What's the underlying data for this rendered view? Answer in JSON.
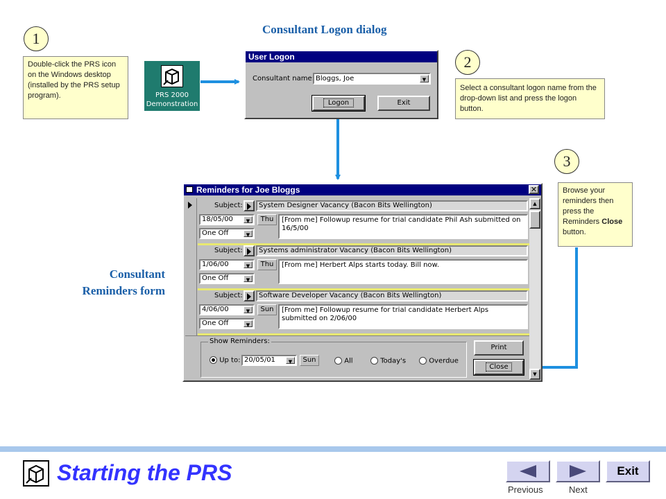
{
  "headings": {
    "logon_dialog": "Consultant Logon dialog",
    "reminders_form_line1": "Consultant",
    "reminders_form_line2": "Reminders form"
  },
  "steps": [
    {
      "number": "1",
      "text": "Double-click the PRS icon on the Windows desktop (installed by the PRS setup program)."
    },
    {
      "number": "2",
      "text": "Select a consultant logon name from the drop-down list and press the logon button."
    },
    {
      "number": "3",
      "text_before": "Browse your reminders then press the Reminders ",
      "text_bold": "Close",
      "text_after": " button."
    }
  ],
  "desktop_icon": {
    "line1": "PRS 2000",
    "line2": "Demonstration"
  },
  "logon_dialog": {
    "title": "User Logon",
    "consultant_label": "Consultant name:",
    "consultant_value": "Bloggs, Joe",
    "logon_button": "Logon",
    "exit_button": "Exit"
  },
  "reminders_window": {
    "title": "Reminders for Joe Bloggs",
    "subject_label": "Subject:",
    "rows": [
      {
        "subject": "System Designer Vacancy (Bacon Bits Wellington)",
        "date": "18/05/00",
        "day": "Thu",
        "repeat": "One Off",
        "note": "[From me] Followup resume for trial candidate Phil Ash submitted on 16/5/00"
      },
      {
        "subject": "Systems administrator Vacancy (Bacon Bits Wellington)",
        "date": "1/06/00",
        "day": "Thu",
        "repeat": "One Off",
        "note": "[From me] Herbert Alps starts today. Bill now."
      },
      {
        "subject": "Software Developer Vacancy (Bacon Bits Wellington)",
        "date": "4/06/00",
        "day": "Sun",
        "repeat": "One Off",
        "note": "[From me] Followup resume for trial candidate Herbert Alps submitted on 2/06/00"
      }
    ],
    "show_group_label": "Show Reminders:",
    "up_to_label": "Up to:",
    "up_to_date": "20/05/01",
    "up_to_day": "Sun",
    "opt_all": "All",
    "opt_today": "Today's",
    "opt_overdue": "Overdue",
    "print_button": "Print",
    "close_button": "Close"
  },
  "footer": {
    "title": "Starting the PRS",
    "exit_button": "Exit",
    "previous_label": "Previous",
    "next_label": "Next"
  },
  "colors": {
    "accent": "#1a5fa8",
    "arrow": "#1e90e0",
    "note_bg": "#ffffcc",
    "footer_bar": "#a8c8ec",
    "title": "#3333ff"
  }
}
